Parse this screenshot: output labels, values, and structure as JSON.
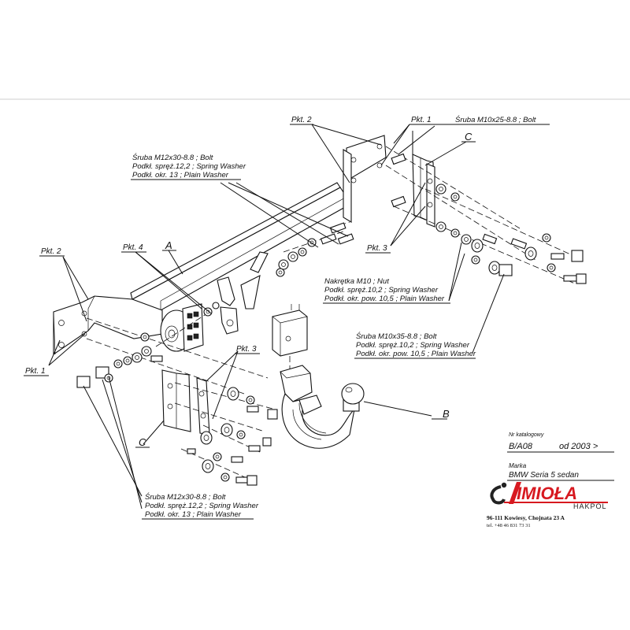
{
  "part_labels": {
    "pkt2_top": "Pkt. 2",
    "pkt1_top": "Pkt. 1",
    "pkt3_right": "Pkt. 3",
    "pkt2_left": "Pkt. 2",
    "pkt1_left": "Pkt. 1",
    "pkt4": "Pkt. 4",
    "pkt3_bottom": "Pkt. 3",
    "letter_a": "A",
    "letter_b": "B",
    "letter_c_top": "C",
    "letter_c_bottom": "C"
  },
  "notes": {
    "bolt_m12_top": [
      "Śruba M12x30-8.8 ;  Bolt",
      "Podkł. spręż.12,2 ; Spring Washer",
      "Podkł. okr. 13 ; Plain Washer"
    ],
    "bolt_m10x25": [
      "Śruba M10x25-8.8 ;  Bolt"
    ],
    "nut_m10": [
      "Nakrętka  M10 ; Nut",
      "Podkł. spręż.10,2 ; Spring Washer",
      "Podkł. okr. pow. 10,5 ; Plain Washer"
    ],
    "bolt_m10x35": [
      "Śruba M10x35-8.8 ;  Bolt",
      "Podkł. spręż.10,2 ; Spring Washer",
      "Podkł. okr. pow. 10,5 ; Plain Washer"
    ],
    "bolt_m12_bottom": [
      "Śruba M12x30-8.8 ;  Bolt",
      "Podkł. spręż.12,2 ; Spring Washer",
      "Podkł. okr. 13 ; Plain Washer"
    ]
  },
  "info": {
    "catalog_label": "Nr katalogowy",
    "catalog_number": "B/A08",
    "date": "od  2003 >",
    "make_label": "Marka",
    "make_value": "BMW Seria 5 sedan"
  },
  "brand": {
    "name": "IMIOŁA",
    "sub": "HAKPOL",
    "address": "96-111 Kowiesy, Chojnata 23 A",
    "phone": "tel. +48 46 831 73 31",
    "accent_color": "#d71920"
  }
}
